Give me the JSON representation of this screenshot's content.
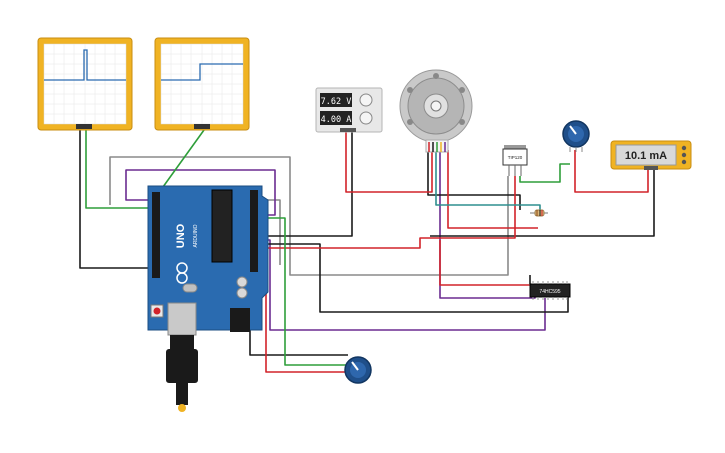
{
  "supply": {
    "voltage": "7.62 V",
    "current": "4.00 A"
  },
  "ammeter": {
    "reading": "10.1 mA"
  },
  "arduino": {
    "model": "UNO",
    "brand": "ARDUINO"
  },
  "regulator": {
    "label": "TIP120"
  },
  "ic": {
    "label": "74HC595"
  },
  "colors": {
    "wire_red": "#d2232a",
    "wire_black": "#1a1a1a",
    "wire_green": "#2e9e3a",
    "wire_purple": "#6b2c91",
    "wire_gray": "#8a8a8a",
    "wire_teal": "#2f8f8f",
    "scope_frame": "#f0b323",
    "board_blue": "#2a6bb0",
    "knob_blue": "#1f4f8a"
  }
}
